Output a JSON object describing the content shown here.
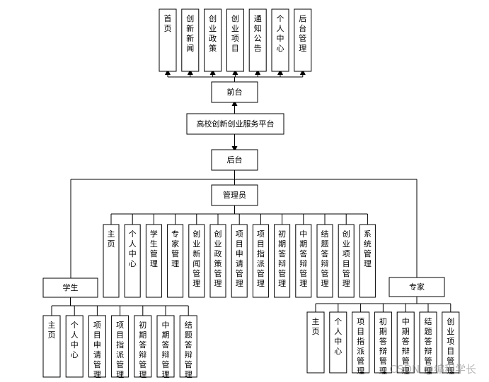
{
  "title": "",
  "platform": "高校创新创业服务平台",
  "frontend": {
    "label": "前台",
    "items": [
      "首页",
      "创新新闻",
      "创业政策",
      "创业项目",
      "通知公告",
      "个人中心",
      "后台管理"
    ]
  },
  "backend": {
    "label": "后台"
  },
  "admin": {
    "label": "管理员",
    "items": [
      "主页",
      "个人中心",
      "学生管理",
      "专家管理",
      "创业新闻管理",
      "创业政策管理",
      "项目申请管理",
      "项目指派管理",
      "初期答辩管理",
      "中期答辩管理",
      "结题答辩管理",
      "创业项目管理",
      "系统管理"
    ]
  },
  "student": {
    "label": "学生",
    "items": [
      "主页",
      "个人中心",
      "项目申请管理",
      "项目指派管理",
      "初期答辩管理",
      "中期答辩管理",
      "结题答辩管理"
    ]
  },
  "expert": {
    "label": "专家",
    "items": [
      "主页",
      "个人中心",
      "项目指派管理",
      "初期答辩管理",
      "中期答辩管理",
      "结题答辩管理",
      "创业项目管理"
    ]
  },
  "watermark": "CSDN @编程学长"
}
